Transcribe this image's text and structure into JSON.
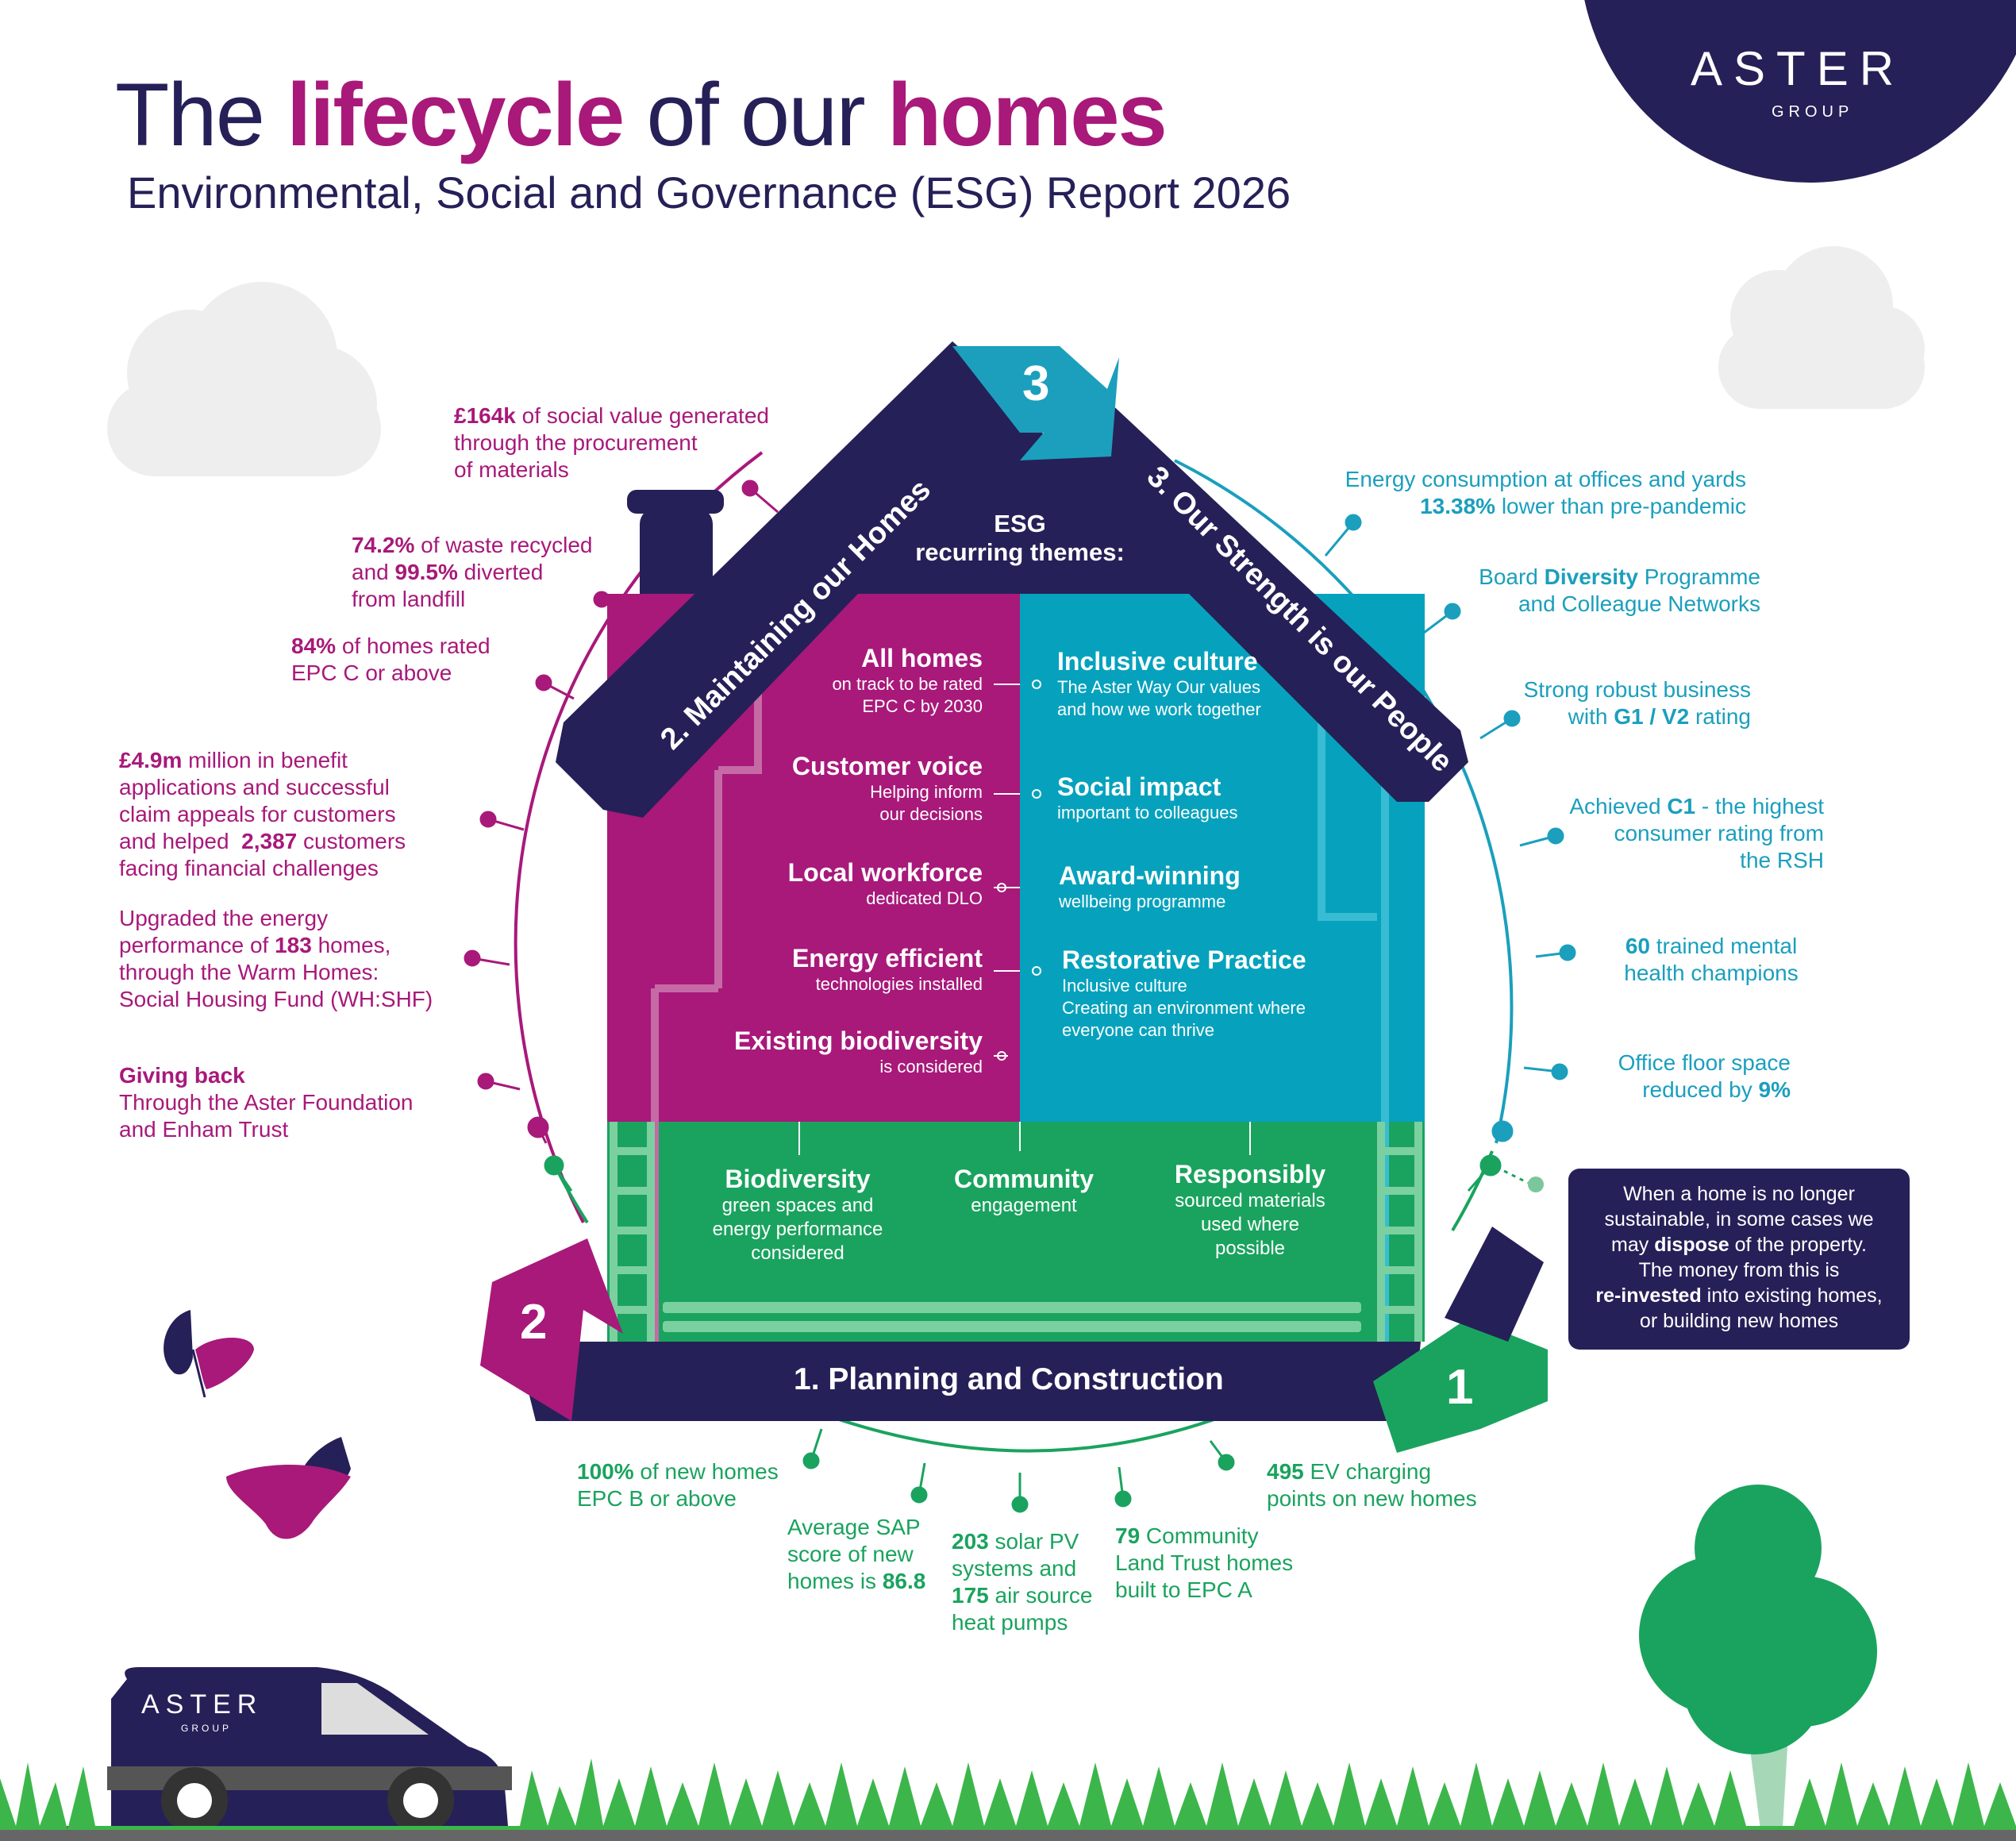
{
  "title": {
    "part1": "The ",
    "part2": "lifecycle",
    "part3": " of our ",
    "part4": "homes"
  },
  "subtitle": "Environmental, Social and Governance (ESG) Report 2026",
  "logo": {
    "word": "ASTER",
    "sub": "GROUP"
  },
  "colors": {
    "navy": "#262058",
    "magenta": "#a8197a",
    "teal": "#1b9fbd",
    "green": "#1aa35e"
  },
  "esg_header": {
    "line1": "ESG",
    "line2": "recurring themes:"
  },
  "roof": {
    "left": "2. Maintaining our Homes",
    "right": "3. Our Strength is our People",
    "top_number": "3"
  },
  "left_themes": [
    {
      "title": "All homes",
      "sub1": "on track to be rated",
      "sub2": "EPC C by 2030"
    },
    {
      "title": "Customer voice",
      "sub1": "Helping inform",
      "sub2": "our decisions"
    },
    {
      "title": "Local workforce",
      "sub1": "dedicated DLO",
      "sub2": ""
    },
    {
      "title": "Energy efficient",
      "sub1": "technologies installed",
      "sub2": ""
    },
    {
      "title": "Existing biodiversity",
      "sub1": "is considered",
      "sub2": ""
    }
  ],
  "right_themes": [
    {
      "title": "Inclusive culture",
      "sub1": "The Aster Way Our values",
      "sub2": "and how we work together",
      "sub3": ""
    },
    {
      "title": "Social impact",
      "sub1": "important to colleagues",
      "sub2": "",
      "sub3": ""
    },
    {
      "title": "Award-winning",
      "sub1": "wellbeing programme",
      "sub2": "",
      "sub3": ""
    },
    {
      "title": "Restorative Practice",
      "sub1": "Inclusive culture",
      "sub2": "Creating an environment where",
      "sub3": "everyone can thrive"
    }
  ],
  "ground_themes": [
    {
      "title": "Biodiversity",
      "sub1": "green spaces and",
      "sub2": "energy performance",
      "sub3": "considered"
    },
    {
      "title": "Community",
      "sub1": "engagement",
      "sub2": "",
      "sub3": ""
    },
    {
      "title": "Responsibly",
      "sub1": "sourced materials",
      "sub2": "used where",
      "sub3": "possible"
    }
  ],
  "band": {
    "label": "1. Planning and Construction",
    "left_number": "2",
    "right_number": "1"
  },
  "left_annotations": {
    "a1": {
      "b": "£164k",
      "t1": " of social value generated",
      "t2": "through the procurement",
      "t3": "of materials"
    },
    "a2": {
      "b1": "74.2%",
      "t1": " of waste recycled",
      "t2a": "and ",
      "b2": "99.5%",
      "t2b": " diverted",
      "t3": "from landfill"
    },
    "a3": {
      "b": "84%",
      "t1": " of homes rated",
      "t2": "EPC C or above"
    },
    "a4": {
      "b": "£4.9m",
      "t1": " million in benefit",
      "t2": "applications and successful",
      "t3": "claim appeals for customers",
      "t4a": "and helped  ",
      "b2": "2,387",
      "t4b": " customers",
      "t5": "facing financial challenges"
    },
    "a5": {
      "t1": "Upgraded the energy",
      "t2a": "performance of ",
      "b": "183",
      "t2b": " homes,",
      "t3": "through the Warm Homes:",
      "t4": "Social Housing Fund (WH:SHF)"
    },
    "a6": {
      "b": "Giving back",
      "t1": "Through the Aster Foundation",
      "t2": "and Enham Trust"
    }
  },
  "right_annotations": {
    "a1": {
      "t1": "Energy consumption at offices and yards",
      "b": "13.38%",
      "t2": " lower than pre-pandemic"
    },
    "a2": {
      "t1a": "Board ",
      "b": "Diversity",
      "t1b": " Programme",
      "t2": "and Colleague Networks"
    },
    "a3": {
      "t1": "Strong robust business",
      "t2a": "with ",
      "b": "G1 / V2",
      "t2b": " rating"
    },
    "a4": {
      "t1a": "Achieved ",
      "b": "C1",
      "t1b": " - the highest",
      "t2": "consumer rating from",
      "t3": "the RSH"
    },
    "a5": {
      "b": "60",
      "t1": " trained mental",
      "t2": "health champions"
    },
    "a6": {
      "t1": "Office floor space",
      "t2": "reduced by ",
      "b": "9%"
    }
  },
  "bottom_annotations": {
    "a1": {
      "b": "100%",
      "t1": " of new homes",
      "t2": "EPC B or above"
    },
    "a2": {
      "t1": "Average SAP",
      "t2": "score of new",
      "t3": "homes is ",
      "b": "86.8"
    },
    "a3": {
      "b1": "203",
      "t1": " solar PV",
      "t2": "systems and",
      "b2": "175",
      "t3": " air source",
      "t4": "heat pumps"
    },
    "a4": {
      "b": "79",
      "t1": " Community",
      "t2": "Land Trust homes",
      "t3": "built to EPC A"
    },
    "a5": {
      "b": "495",
      "t1": " EV charging",
      "t2": "points on new homes"
    }
  },
  "dispose": {
    "t1": "When a home is no longer",
    "t2": "sustainable, in some cases we",
    "t3a": "may ",
    "b1": "dispose",
    "t3b": " of the property.",
    "t4": "The money from this is",
    "b2": "re-invested",
    "t5": " into existing homes,",
    "t6": "or building new homes"
  },
  "van": {
    "word": "ASTER",
    "sub": "GROUP"
  }
}
